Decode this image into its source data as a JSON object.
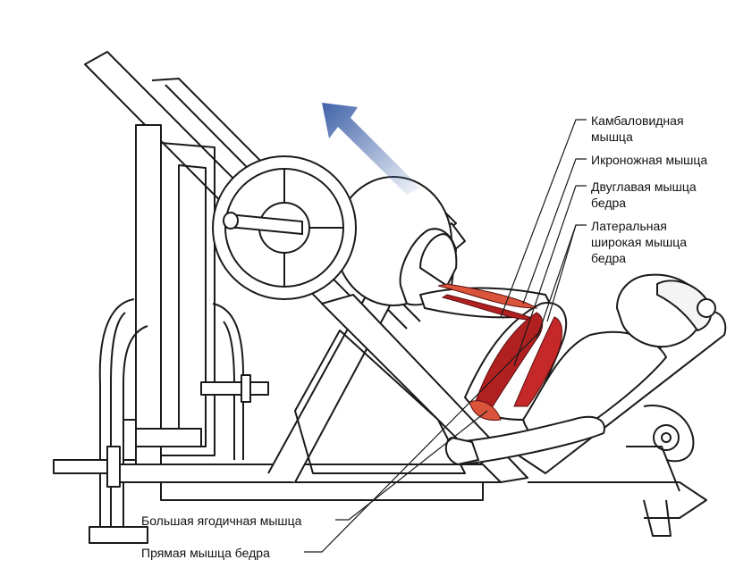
{
  "labels": {
    "soleus": [
      "Камбаловидная",
      "мышца"
    ],
    "gastrocnemius": [
      "Икроножная мышца"
    ],
    "biceps_femoris": [
      "Двуглавая мышца",
      "бедра"
    ],
    "vastus_lateralis": [
      "Латеральная",
      "широкая мышца",
      "бедра"
    ],
    "gluteus_maximus": [
      "Большая ягодичная мышца"
    ],
    "rectus_femoris": [
      "Прямая мышца бедра"
    ]
  },
  "colors": {
    "outline": "#1a1a1a",
    "muscle": "#b02020",
    "muscle_light": "#d9543a",
    "arrow": "#4a6fb0"
  }
}
